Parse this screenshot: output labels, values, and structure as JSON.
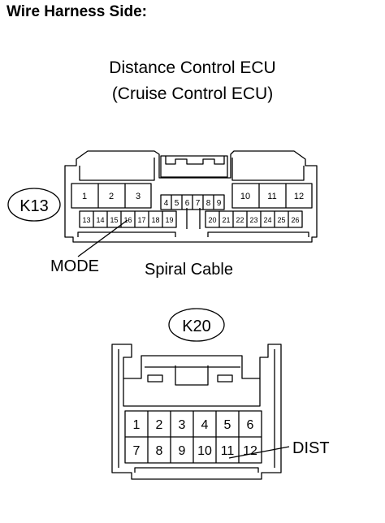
{
  "title": "Wire Harness Side:",
  "ecu": {
    "line1": "Distance Control ECU",
    "line2": "(Cruise Control ECU)"
  },
  "connectors": {
    "k13": {
      "code": "K13",
      "pins_top_left": [
        "1",
        "2",
        "3"
      ],
      "pins_mid": [
        "4",
        "5",
        "6",
        "7",
        "8",
        "9"
      ],
      "pins_top_right": [
        "10",
        "11",
        "12"
      ],
      "pins_bottom_left": [
        "13",
        "14",
        "15",
        "16",
        "17",
        "18",
        "19"
      ],
      "pins_bottom_right": [
        "20",
        "21",
        "22",
        "23",
        "24",
        "25",
        "26"
      ],
      "callout_label": "MODE",
      "bottom_label": "Spiral Cable"
    },
    "k20": {
      "code": "K20",
      "pins_row1": [
        "1",
        "2",
        "3",
        "4",
        "5",
        "6"
      ],
      "pins_row2": [
        "7",
        "8",
        "9",
        "10",
        "11",
        "12"
      ],
      "callout_label": "DIST"
    }
  }
}
